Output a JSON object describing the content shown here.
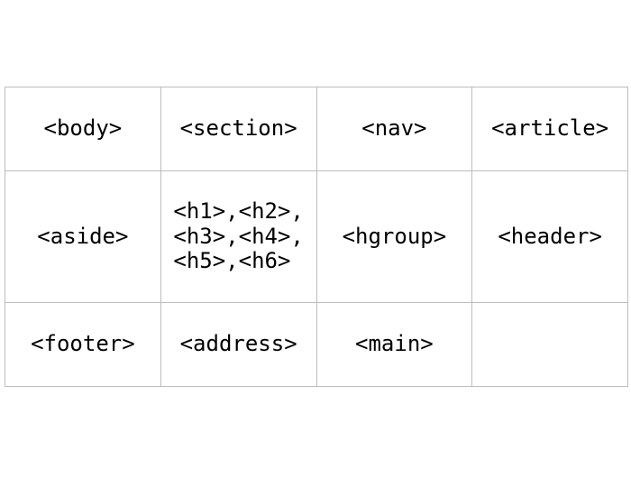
{
  "page": {
    "background_color": "#ffffff"
  },
  "table": {
    "description": "grid of HTML5 semantic element tag names",
    "border_color": "#bdbdbd",
    "text_color": "#000000",
    "columns": 4,
    "rows": [
      {
        "cells": [
          "<body>",
          "<section>",
          "<nav>",
          "<article>"
        ]
      },
      {
        "cells": [
          "<aside>",
          "<h1>,<h2>,\n<h3>,<h4>,\n<h5>,<h6>",
          "<hgroup>",
          "<header>"
        ]
      },
      {
        "cells": [
          "<footer>",
          "<address>",
          "<main>",
          ""
        ]
      }
    ]
  }
}
